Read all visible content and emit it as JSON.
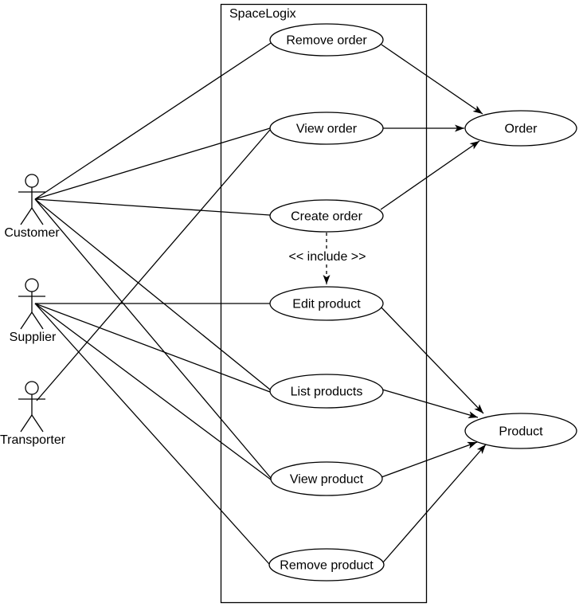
{
  "diagram": {
    "system": {
      "label": "SpaceLogix"
    },
    "actors": [
      {
        "id": "customer",
        "label": "Customer"
      },
      {
        "id": "supplier",
        "label": "Supplier"
      },
      {
        "id": "transporter",
        "label": "Transporter"
      }
    ],
    "use_cases": [
      {
        "id": "remove-order",
        "label": "Remove order"
      },
      {
        "id": "view-order",
        "label": "View order"
      },
      {
        "id": "create-order",
        "label": "Create order"
      },
      {
        "id": "edit-product",
        "label": "Edit product"
      },
      {
        "id": "list-products",
        "label": "List products"
      },
      {
        "id": "view-product",
        "label": "View product"
      },
      {
        "id": "remove-product",
        "label": "Remove product"
      }
    ],
    "entities": [
      {
        "id": "order",
        "label": "Order"
      },
      {
        "id": "product",
        "label": "Product"
      }
    ],
    "include_edge": {
      "label": "<< include >>",
      "from": "Create order",
      "to": "Edit product"
    },
    "associations": [
      {
        "from": "Customer",
        "to": "Remove order"
      },
      {
        "from": "Customer",
        "to": "View order"
      },
      {
        "from": "Customer",
        "to": "Create order"
      },
      {
        "from": "Customer",
        "to": "List products"
      },
      {
        "from": "Customer",
        "to": "View product"
      },
      {
        "from": "Supplier",
        "to": "Edit product"
      },
      {
        "from": "Supplier",
        "to": "List products"
      },
      {
        "from": "Supplier",
        "to": "View product"
      },
      {
        "from": "Supplier",
        "to": "Remove product"
      },
      {
        "from": "Transporter",
        "to": "View order"
      }
    ],
    "directed_edges": [
      {
        "from": "Remove order",
        "to": "Order"
      },
      {
        "from": "View order",
        "to": "Order"
      },
      {
        "from": "Create order",
        "to": "Order"
      },
      {
        "from": "Edit product",
        "to": "Product"
      },
      {
        "from": "List products",
        "to": "Product"
      },
      {
        "from": "View product",
        "to": "Product"
      },
      {
        "from": "Remove product",
        "to": "Product"
      }
    ],
    "colors": {
      "stroke": "#000000",
      "fill": "#ffffff",
      "text": "#000000"
    }
  }
}
